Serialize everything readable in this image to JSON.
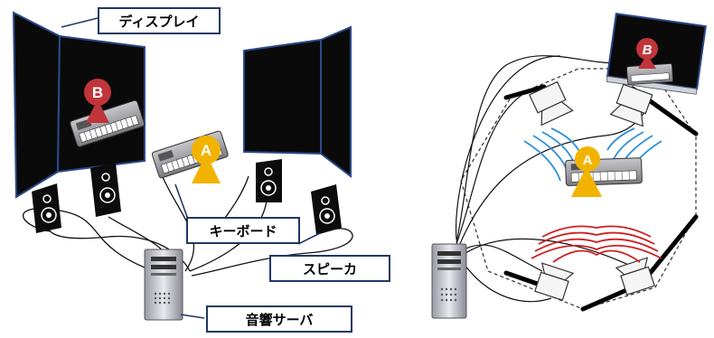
{
  "labels": {
    "display": "ディスプレイ",
    "keyboard": "キーボード",
    "speaker": "スピーカ",
    "server": "音響サーバ"
  },
  "markers": {
    "a": "A",
    "b": "B"
  },
  "colors": {
    "label_border": "#1f3864",
    "marker_b": "#c0353a",
    "marker_a": "#f2b300",
    "wave_blue": "#2e8fd6",
    "wave_red": "#cc1f1f",
    "display_panel": "#0a0a0a",
    "display_frame": "#2a4a8a"
  }
}
